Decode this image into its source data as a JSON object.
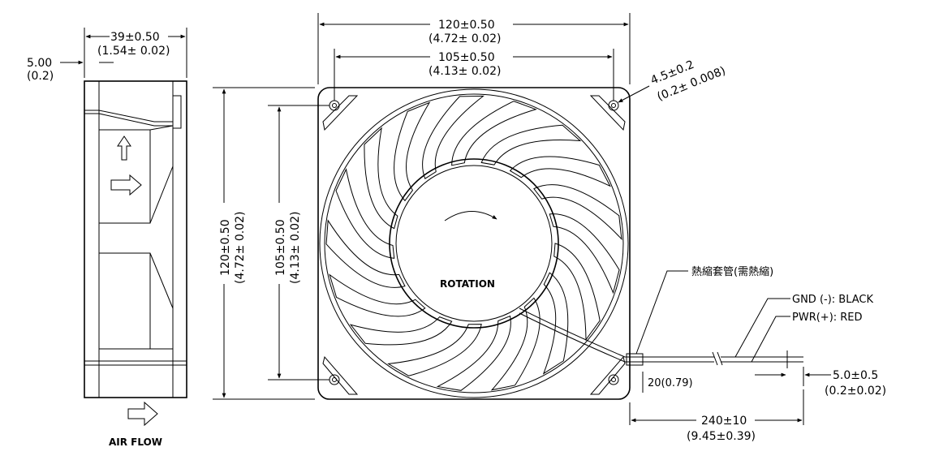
{
  "side_view": {
    "depth_mm": "39±0.50",
    "depth_in": "(1.54± 0.02)",
    "lip_mm": "5.00",
    "lip_in": "(0.2)",
    "airflow_label": "AIR FLOW"
  },
  "front_view": {
    "outer_width_mm": "120±0.50",
    "outer_width_in": "(4.72± 0.02)",
    "hole_spacing_mm": "105±0.50",
    "hole_spacing_in": "(4.13± 0.02)",
    "outer_height_mm": "120±0.50",
    "outer_height_in": "(4.72± 0.02)",
    "hole_height_mm": "105±0.50",
    "hole_height_in": "(4.13± 0.02)",
    "hole_dia_mm": "4.5±0.2",
    "hole_dia_in": "(0.2± 0.008)",
    "rotation_label": "ROTATION"
  },
  "wires": {
    "sleeve_label": "熱縮套管(需熱縮)",
    "gnd_label": "GND (-): BLACK",
    "pwr_label": "PWR(+): RED",
    "sleeve_length": "20(0.79)",
    "strip_mm": "5.0±0.5",
    "strip_in": "(0.2±0.02)",
    "lead_mm": "240±10",
    "lead_in": "(9.45±0.39)"
  }
}
